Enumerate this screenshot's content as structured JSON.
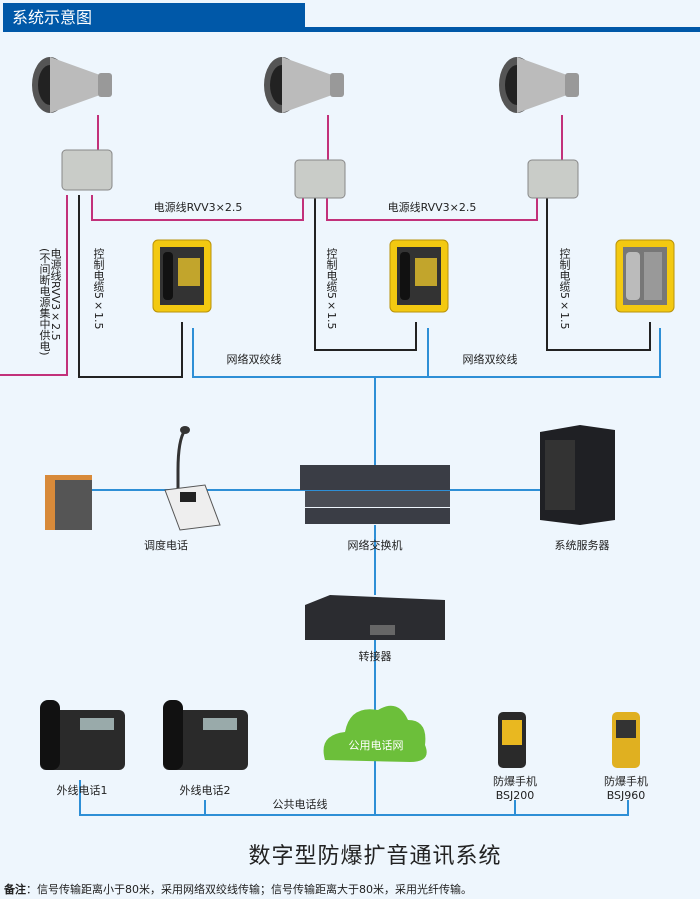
{
  "header": {
    "title": "系统示意图"
  },
  "labels": {
    "power_cable": "电源线RVV3×2.5",
    "power_cable_left": "电源线RVV3×2.5",
    "power_cable_left_note": "(不间断电源集中供电)",
    "control_cable": "控制电缆5×1.5",
    "network_cable": "网络双绞线",
    "dispatch_phone": "调度电话",
    "network_switch": "网络交换机",
    "system_server": "系统服务器",
    "converter": "转接器",
    "public_network": "公用电话网",
    "outside_phone_1": "外线电话1",
    "outside_phone_2": "外线电话2",
    "public_line": "公共电话线",
    "handset_label": "防爆手机",
    "handset_model_1": "BSJ200",
    "handset_model_2": "BSJ960"
  },
  "title": "数字型防爆扩音通讯系统",
  "note": {
    "label": "备注",
    "text": "：信号传输距离小于80米，采用网络双绞线传输；信号传输距离大于80米，采用光纤传输。"
  },
  "colors": {
    "header": "#0058a8",
    "power_line": "#c2317a",
    "control_line": "#222222",
    "network_line": "#2e8fd6",
    "cloud": "#6cbf3a"
  }
}
